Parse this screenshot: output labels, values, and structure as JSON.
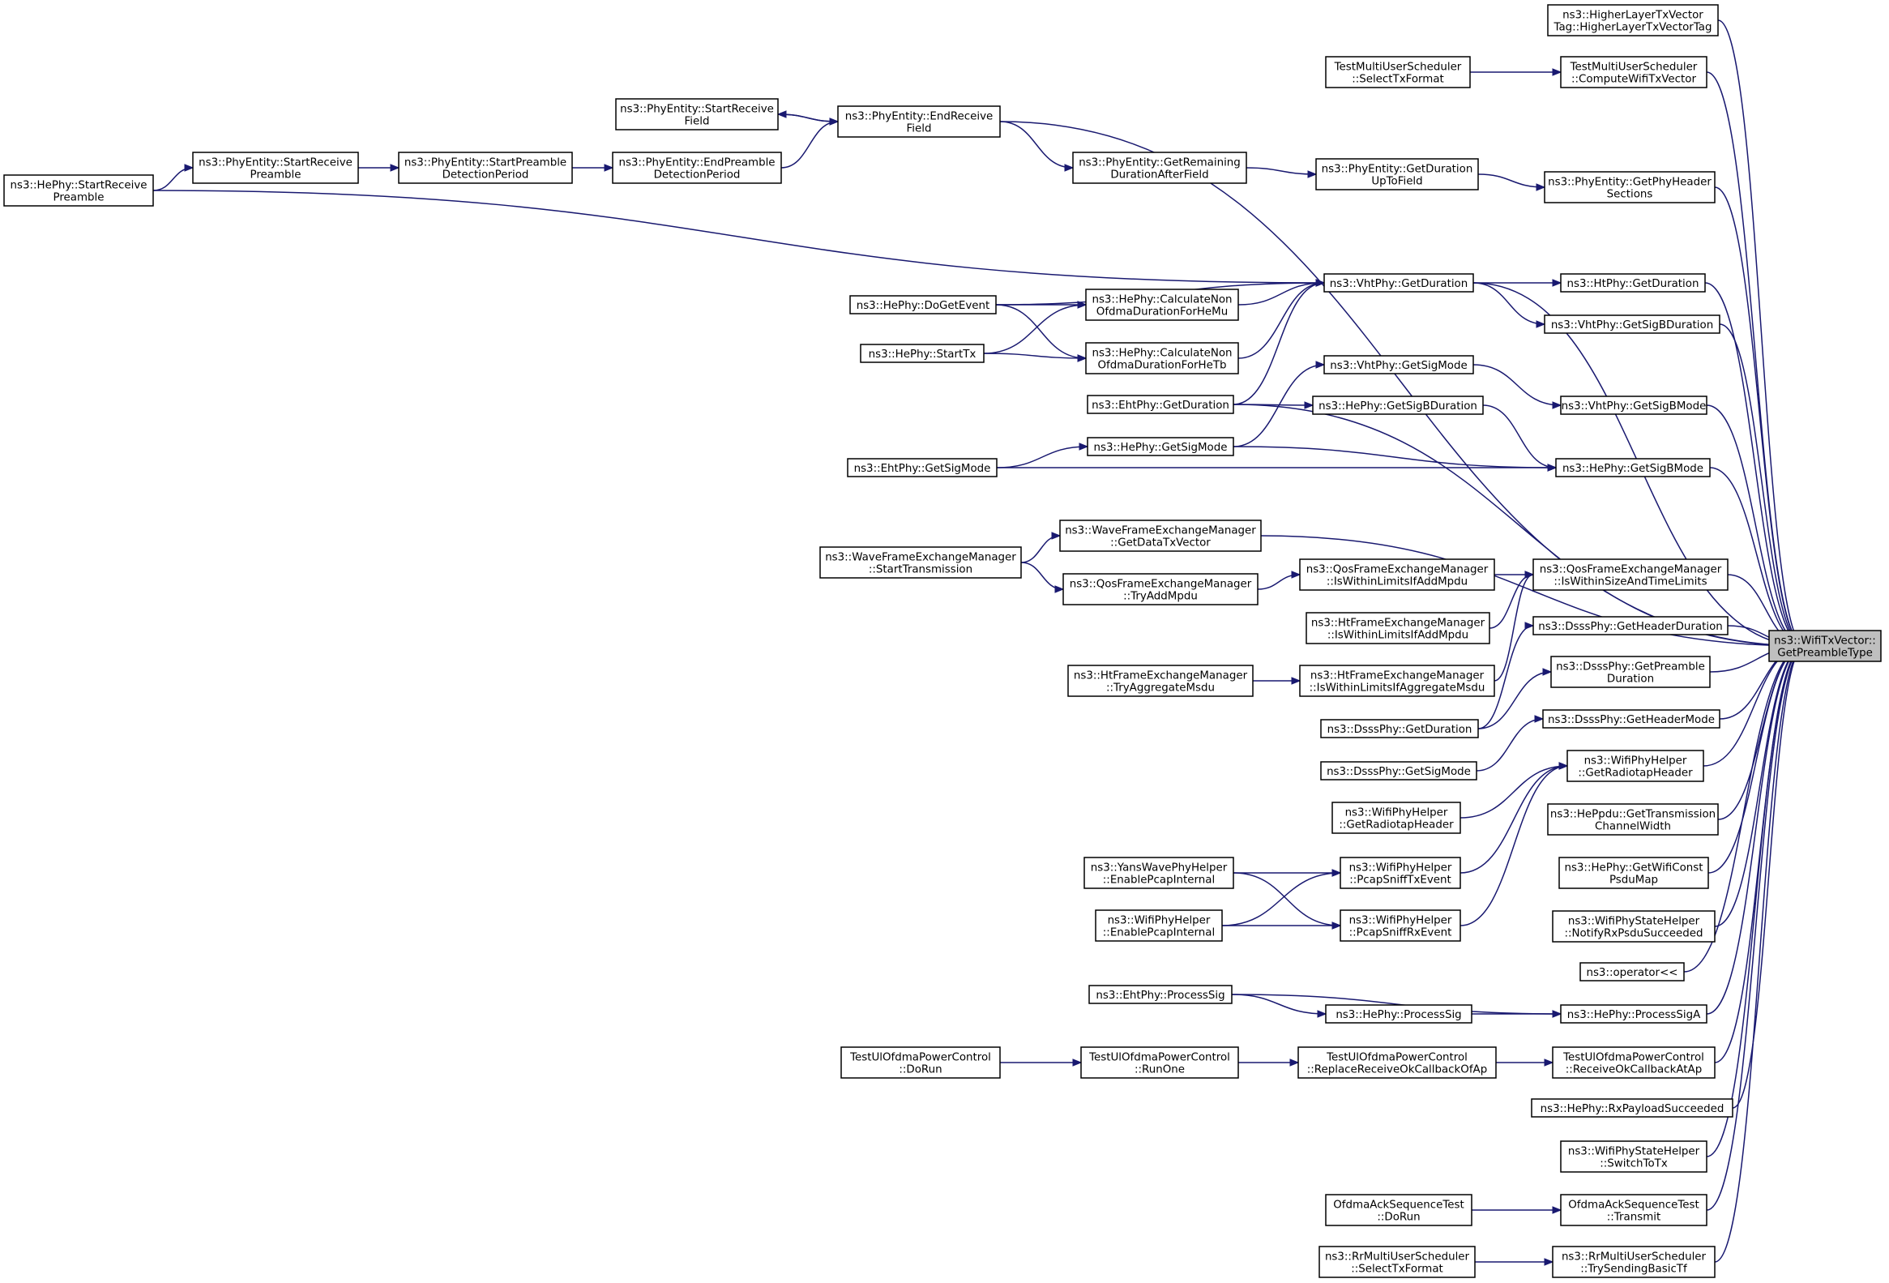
{
  "diagram": {
    "colors": {
      "edge": "#191970",
      "node_border": "#000000",
      "root_fill": "#bfbfbf",
      "node_fill": "#ffffff"
    },
    "root": "n_root",
    "nodes": [
      {
        "id": "n_root",
        "lines": [
          "ns3::WifiTxVector::",
          "GetPreambleType"
        ]
      },
      {
        "id": "n_hltx",
        "lines": [
          "ns3::HigherLayerTxVector",
          "Tag::HigherLayerTxVectorTag"
        ]
      },
      {
        "id": "n_tmus_compute",
        "lines": [
          "TestMultiUserScheduler",
          "::ComputeWifiTxVector"
        ]
      },
      {
        "id": "n_tmus_select",
        "lines": [
          "TestMultiUserScheduler",
          "::SelectTxFormat"
        ]
      },
      {
        "id": "n_pe_endrx",
        "lines": [
          "ns3::PhyEntity::EndReceive",
          "Field"
        ]
      },
      {
        "id": "n_pe_startrxf",
        "lines": [
          "ns3::PhyEntity::StartReceive",
          "Field"
        ]
      },
      {
        "id": "n_pe_endpre",
        "lines": [
          "ns3::PhyEntity::EndPreamble",
          "DetectionPeriod"
        ]
      },
      {
        "id": "n_pe_startpre",
        "lines": [
          "ns3::PhyEntity::StartPreamble",
          "DetectionPeriod"
        ]
      },
      {
        "id": "n_pe_startrxp",
        "lines": [
          "ns3::PhyEntity::StartReceive",
          "Preamble"
        ]
      },
      {
        "id": "n_he_startrxp",
        "lines": [
          "ns3::HePhy::StartReceive",
          "Preamble"
        ]
      },
      {
        "id": "n_pe_getrem",
        "lines": [
          "ns3::PhyEntity::GetRemaining",
          "DurationAfterField"
        ]
      },
      {
        "id": "n_pe_getdur",
        "lines": [
          "ns3::PhyEntity::GetDuration",
          "UpToField"
        ]
      },
      {
        "id": "n_pe_gethdr",
        "lines": [
          "ns3::PhyEntity::GetPhyHeader",
          "Sections"
        ]
      },
      {
        "id": "n_vht_getdur",
        "lines": [
          "ns3::VhtPhy::GetDuration"
        ]
      },
      {
        "id": "n_ht_getdur",
        "lines": [
          "ns3::HtPhy::GetDuration"
        ]
      },
      {
        "id": "n_vht_getsigbdur",
        "lines": [
          "ns3::VhtPhy::GetSigBDuration"
        ]
      },
      {
        "id": "n_he_calcmu",
        "lines": [
          "ns3::HePhy::CalculateNon",
          "OfdmaDurationForHeMu"
        ]
      },
      {
        "id": "n_he_calctb",
        "lines": [
          "ns3::HePhy::CalculateNon",
          "OfdmaDurationForHeTb"
        ]
      },
      {
        "id": "n_he_dogetevent",
        "lines": [
          "ns3::HePhy::DoGetEvent"
        ]
      },
      {
        "id": "n_he_starttx",
        "lines": [
          "ns3::HePhy::StartTx"
        ]
      },
      {
        "id": "n_eht_getdur",
        "lines": [
          "ns3::EhtPhy::GetDuration"
        ]
      },
      {
        "id": "n_vht_getsigmode",
        "lines": [
          "ns3::VhtPhy::GetSigMode"
        ]
      },
      {
        "id": "n_he_getsigbdur",
        "lines": [
          "ns3::HePhy::GetSigBDuration"
        ]
      },
      {
        "id": "n_vht_getsigbmode",
        "lines": [
          "ns3::VhtPhy::GetSigBMode"
        ]
      },
      {
        "id": "n_he_getsigmode",
        "lines": [
          "ns3::HePhy::GetSigMode"
        ]
      },
      {
        "id": "n_he_getsigbmode",
        "lines": [
          "ns3::HePhy::GetSigBMode"
        ]
      },
      {
        "id": "n_eht_getsigmode",
        "lines": [
          "ns3::EhtPhy::GetSigMode"
        ]
      },
      {
        "id": "n_wfem_getdata",
        "lines": [
          "ns3::WaveFrameExchangeManager",
          "::GetDataTxVector"
        ]
      },
      {
        "id": "n_wfem_starttx",
        "lines": [
          "ns3::WaveFrameExchangeManager",
          "::StartTransmission"
        ]
      },
      {
        "id": "n_qos_tryadd",
        "lines": [
          "ns3::QosFrameExchangeManager",
          "::TryAddMpdu"
        ]
      },
      {
        "id": "n_qos_iswithinlim",
        "lines": [
          "ns3::QosFrameExchangeManager",
          "::IsWithinLimitsIfAddMpdu"
        ]
      },
      {
        "id": "n_qos_iswithinsize",
        "lines": [
          "ns3::QosFrameExchangeManager",
          "::IsWithinSizeAndTimeLimits"
        ]
      },
      {
        "id": "n_ht_iswithinadd",
        "lines": [
          "ns3::HtFrameExchangeManager",
          "::IsWithinLimitsIfAddMpdu"
        ]
      },
      {
        "id": "n_ht_tryagg",
        "lines": [
          "ns3::HtFrameExchangeManager",
          "::TryAggregateMsdu"
        ]
      },
      {
        "id": "n_ht_iswithinagg",
        "lines": [
          "ns3::HtFrameExchangeManager",
          "::IsWithinLimitsIfAggregateMsdu"
        ]
      },
      {
        "id": "n_dsss_gethdrdur",
        "lines": [
          "ns3::DsssPhy::GetHeaderDuration"
        ]
      },
      {
        "id": "n_dsss_getpredur",
        "lines": [
          "ns3::DsssPhy::GetPreamble",
          "Duration"
        ]
      },
      {
        "id": "n_dsss_getdur",
        "lines": [
          "ns3::DsssPhy::GetDuration"
        ]
      },
      {
        "id": "n_dsss_gethdrmode",
        "lines": [
          "ns3::DsssPhy::GetHeaderMode"
        ]
      },
      {
        "id": "n_dsss_getsigmode",
        "lines": [
          "ns3::DsssPhy::GetSigMode"
        ]
      },
      {
        "id": "n_wph_getradio1",
        "lines": [
          "ns3::WifiPhyHelper",
          "::GetRadiotapHeader"
        ]
      },
      {
        "id": "n_wph_getradio2",
        "lines": [
          "ns3::WifiPhyHelper",
          "::GetRadiotapHeader"
        ]
      },
      {
        "id": "n_heppdu_gettxcw",
        "lines": [
          "ns3::HePpdu::GetTransmission",
          "ChannelWidth"
        ]
      },
      {
        "id": "n_he_getwificonst",
        "lines": [
          "ns3::HePhy::GetWifiConst",
          "PsduMap"
        ]
      },
      {
        "id": "n_wpsh_notify",
        "lines": [
          "ns3::WifiPhyStateHelper",
          "::NotifyRxPsduSucceeded"
        ]
      },
      {
        "id": "n_wph_sniffTx",
        "lines": [
          "ns3::WifiPhyHelper",
          "::PcapSniffTxEvent"
        ]
      },
      {
        "id": "n_wph_sniffRx",
        "lines": [
          "ns3::WifiPhyHelper",
          "::PcapSniffRxEvent"
        ]
      },
      {
        "id": "n_ywph_enable",
        "lines": [
          "ns3::YansWavePhyHelper",
          "::EnablePcapInternal"
        ]
      },
      {
        "id": "n_wph_enable",
        "lines": [
          "ns3::WifiPhyHelper",
          "::EnablePcapInternal"
        ]
      },
      {
        "id": "n_operator",
        "lines": [
          "ns3::operator<<"
        ]
      },
      {
        "id": "n_eht_processsig",
        "lines": [
          "ns3::EhtPhy::ProcessSig"
        ]
      },
      {
        "id": "n_he_processsig",
        "lines": [
          "ns3::HePhy::ProcessSig"
        ]
      },
      {
        "id": "n_he_processsiga",
        "lines": [
          "ns3::HePhy::ProcessSigA"
        ]
      },
      {
        "id": "n_tupc_dorun",
        "lines": [
          "TestUlOfdmaPowerControl",
          "::DoRun"
        ]
      },
      {
        "id": "n_tupc_runone",
        "lines": [
          "TestUlOfdmaPowerControl",
          "::RunOne"
        ]
      },
      {
        "id": "n_tupc_replace",
        "lines": [
          "TestUlOfdmaPowerControl",
          "::ReplaceReceiveOkCallbackOfAp"
        ]
      },
      {
        "id": "n_tupc_recvok",
        "lines": [
          "TestUlOfdmaPowerControl",
          "::ReceiveOkCallbackAtAp"
        ]
      },
      {
        "id": "n_he_rxpayload",
        "lines": [
          "ns3::HePhy::RxPayloadSucceeded"
        ]
      },
      {
        "id": "n_wpsh_switch",
        "lines": [
          "ns3::WifiPhyStateHelper",
          "::SwitchToTx"
        ]
      },
      {
        "id": "n_oast_dorun",
        "lines": [
          "OfdmaAckSequenceTest",
          "::DoRun"
        ]
      },
      {
        "id": "n_oast_transmit",
        "lines": [
          "OfdmaAckSequenceTest",
          "::Transmit"
        ]
      },
      {
        "id": "n_rrmus_select",
        "lines": [
          "ns3::RrMultiUserScheduler",
          "::SelectTxFormat"
        ]
      },
      {
        "id": "n_rrmus_trysend",
        "lines": [
          "ns3::RrMultiUserScheduler",
          "::TrySendingBasicTf"
        ]
      }
    ],
    "edges": [
      [
        "n_hltx",
        "n_root"
      ],
      [
        "n_tmus_compute",
        "n_root"
      ],
      [
        "n_pe_endrx",
        "n_root"
      ],
      [
        "n_pe_gethdr",
        "n_root"
      ],
      [
        "n_vht_getdur",
        "n_root"
      ],
      [
        "n_ht_getdur",
        "n_root"
      ],
      [
        "n_vht_getsigbdur",
        "n_root"
      ],
      [
        "n_eht_getdur",
        "n_root"
      ],
      [
        "n_vht_getsigbmode",
        "n_root"
      ],
      [
        "n_he_getsigbmode",
        "n_root"
      ],
      [
        "n_wfem_getdata",
        "n_root"
      ],
      [
        "n_qos_iswithinsize",
        "n_root"
      ],
      [
        "n_dsss_gethdrdur",
        "n_root"
      ],
      [
        "n_dsss_getpredur",
        "n_root"
      ],
      [
        "n_dsss_gethdrmode",
        "n_root"
      ],
      [
        "n_wph_getradio1",
        "n_root"
      ],
      [
        "n_heppdu_gettxcw",
        "n_root"
      ],
      [
        "n_he_getwificonst",
        "n_root"
      ],
      [
        "n_wpsh_notify",
        "n_root"
      ],
      [
        "n_operator",
        "n_root"
      ],
      [
        "n_he_processsiga",
        "n_root"
      ],
      [
        "n_tupc_recvok",
        "n_root"
      ],
      [
        "n_he_rxpayload",
        "n_root"
      ],
      [
        "n_wpsh_switch",
        "n_root"
      ],
      [
        "n_oast_transmit",
        "n_root"
      ],
      [
        "n_rrmus_trysend",
        "n_root"
      ],
      [
        "n_tmus_select",
        "n_tmus_compute"
      ],
      [
        "n_pe_endrx",
        "n_pe_startrxf"
      ],
      [
        "n_pe_startrxf",
        "n_pe_endrx"
      ],
      [
        "n_pe_endpre",
        "n_pe_endrx"
      ],
      [
        "n_pe_startpre",
        "n_pe_endpre"
      ],
      [
        "n_pe_startrxp",
        "n_pe_startpre"
      ],
      [
        "n_he_startrxp",
        "n_pe_startrxp"
      ],
      [
        "n_he_startrxp",
        "n_vht_getdur"
      ],
      [
        "n_pe_endrx",
        "n_pe_getrem"
      ],
      [
        "n_pe_getrem",
        "n_pe_getdur"
      ],
      [
        "n_pe_getdur",
        "n_pe_gethdr"
      ],
      [
        "n_vht_getdur",
        "n_ht_getdur"
      ],
      [
        "n_vht_getdur",
        "n_vht_getsigbdur"
      ],
      [
        "n_he_calcmu",
        "n_vht_getdur"
      ],
      [
        "n_he_calctb",
        "n_vht_getdur"
      ],
      [
        "n_he_dogetevent",
        "n_vht_getdur"
      ],
      [
        "n_he_dogetevent",
        "n_he_calcmu"
      ],
      [
        "n_he_dogetevent",
        "n_he_calctb"
      ],
      [
        "n_he_starttx",
        "n_he_calcmu"
      ],
      [
        "n_he_starttx",
        "n_he_calctb"
      ],
      [
        "n_eht_getdur",
        "n_vht_getdur"
      ],
      [
        "n_eht_getdur",
        "n_he_getsigbdur"
      ],
      [
        "n_vht_getsigmode",
        "n_vht_getsigbmode"
      ],
      [
        "n_he_getsigbdur",
        "n_he_getsigbmode"
      ],
      [
        "n_he_getsigmode",
        "n_he_getsigbmode"
      ],
      [
        "n_he_getsigmode",
        "n_vht_getsigmode"
      ],
      [
        "n_eht_getsigmode",
        "n_he_getsigmode"
      ],
      [
        "n_eht_getsigmode",
        "n_he_getsigbmode"
      ],
      [
        "n_wfem_starttx",
        "n_wfem_getdata"
      ],
      [
        "n_wfem_starttx",
        "n_qos_tryadd"
      ],
      [
        "n_qos_tryadd",
        "n_qos_iswithinlim"
      ],
      [
        "n_qos_iswithinlim",
        "n_qos_iswithinsize"
      ],
      [
        "n_ht_iswithinadd",
        "n_qos_iswithinsize"
      ],
      [
        "n_ht_iswithinagg",
        "n_qos_iswithinsize"
      ],
      [
        "n_ht_tryagg",
        "n_ht_iswithinagg"
      ],
      [
        "n_dsss_getdur",
        "n_dsss_gethdrdur"
      ],
      [
        "n_dsss_getdur",
        "n_dsss_getpredur"
      ],
      [
        "n_dsss_getsigmode",
        "n_dsss_gethdrmode"
      ],
      [
        "n_wph_getradio2",
        "n_wph_getradio1"
      ],
      [
        "n_wph_sniffTx",
        "n_wph_getradio1"
      ],
      [
        "n_wph_sniffRx",
        "n_wph_getradio1"
      ],
      [
        "n_ywph_enable",
        "n_wph_sniffTx"
      ],
      [
        "n_ywph_enable",
        "n_wph_sniffRx"
      ],
      [
        "n_wph_enable",
        "n_wph_sniffTx"
      ],
      [
        "n_wph_enable",
        "n_wph_sniffRx"
      ],
      [
        "n_he_processsig",
        "n_he_processsiga"
      ],
      [
        "n_eht_processsig",
        "n_he_processsig"
      ],
      [
        "n_eht_processsig",
        "n_he_processsiga"
      ],
      [
        "n_tupc_dorun",
        "n_tupc_runone"
      ],
      [
        "n_tupc_runone",
        "n_tupc_replace"
      ],
      [
        "n_tupc_replace",
        "n_tupc_recvok"
      ],
      [
        "n_oast_dorun",
        "n_oast_transmit"
      ],
      [
        "n_rrmus_select",
        "n_rrmus_trysend"
      ]
    ]
  }
}
